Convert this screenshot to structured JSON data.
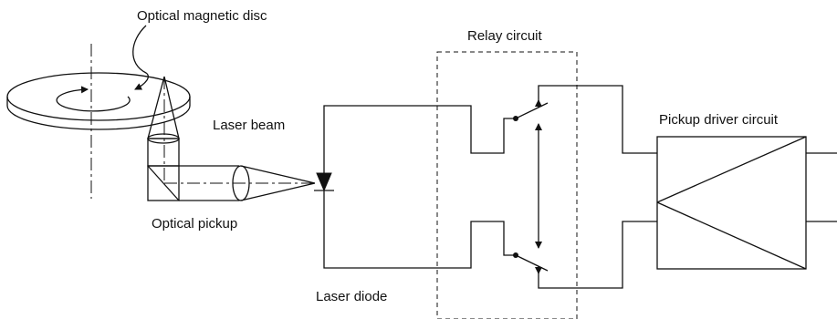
{
  "labels": {
    "disc": "Optical magnetic disc",
    "relay": "Relay circuit",
    "laser_beam": "Laser beam",
    "pickup_driver": "Pickup driver circuit",
    "optical_pickup": "Optical pickup",
    "laser_diode": "Laser diode"
  }
}
